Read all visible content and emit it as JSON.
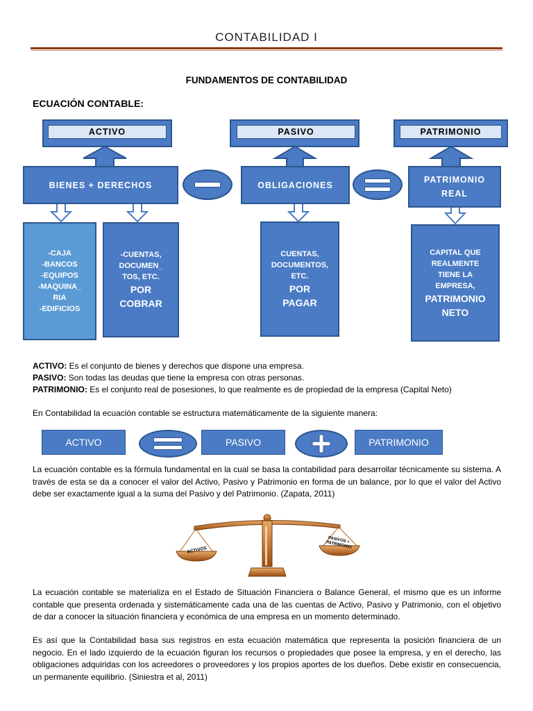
{
  "header": {
    "title": "CONTABILIDAD I"
  },
  "doc_title": "FUNDAMENTOS DE CONTABILIDAD",
  "section_title": "ECUACIÓN CONTABLE:",
  "diagram": {
    "top_labels": [
      "ACTIVO",
      "PASIVO",
      "PATRIMONIO"
    ],
    "mid_labels": [
      "BIENES + DERECHOS",
      "OBLIGACIONES",
      "PATRIMONIO REAL"
    ],
    "operators": [
      "−",
      "="
    ],
    "detail_activo_bienes": [
      "-CAJA",
      "-BANCOS",
      "-EQUIPOS",
      "-MAQUINA_",
      "RIA",
      "-EDIFICIOS"
    ],
    "detail_activo_derechos_small": [
      "-CUENTAS,",
      "DOCUMEN_",
      "TOS, ETC."
    ],
    "detail_activo_derechos_big": [
      "POR",
      "COBRAR"
    ],
    "detail_pasivo_small": [
      "CUENTAS,",
      "DOCUMENTOS,",
      "ETC."
    ],
    "detail_pasivo_big": [
      "POR",
      "PAGAR"
    ],
    "detail_patrimonio_small": [
      "CAPITAL QUE",
      "REALMENTE",
      "TIENE LA",
      "EMPRESA,"
    ],
    "detail_patrimonio_big": [
      "PATRIMONIO",
      "NETO"
    ]
  },
  "definitions": [
    {
      "term": "ACTIVO:",
      "text": " Es el conjunto de bienes y derechos que dispone una empresa."
    },
    {
      "term": "PASIVO:",
      "text": " Son todas las deudas que tiene la empresa con otras personas."
    },
    {
      "term": "PATRIMONIO:",
      "text": " Es el conjunto real de posesiones, lo que realmente  es de propiedad de la empresa (Capital Neto)"
    }
  ],
  "equation_intro": "En Contabilidad la ecuación contable se estructura matemáticamente de la siguiente manera:",
  "equation": {
    "terms": [
      "ACTIVO",
      "PASIVO",
      "PATRIMONIO"
    ],
    "operators": [
      "=",
      "+"
    ]
  },
  "paragraph1": "La ecuación contable es la fórmula fundamental en la cual se basa la contabilidad para desarrollar técnicamente su sistema. A través de esta se da a conocer el valor del Activo, Pasivo y Patrimonio en forma de un balance, por lo que el valor del Activo debe ser exactamente igual a la suma del Pasivo y del Patrimonio. (Zapata, 2011)",
  "scale": {
    "left_label": "ACTIVOS",
    "right_label_line1": "PASIVOS +",
    "right_label_line2": "PATRIMONIO"
  },
  "paragraph2": "La ecuación contable se materializa en el Estado de Situación Financiera o Balance General, el mismo  que es un informe contable que presenta ordenada y sistemáticamente cada una de las cuentas de Activo, Pasivo  y Patrimonio, con el objetivo de dar a  conocer la situación financiera y económica de una empresa en un momento determinado.",
  "paragraph3": "Es así que la Contabilidad basa sus registros en esta ecuación matemática que representa la posición financiera de un negocio. En el lado izquierdo de la ecuación figuran los recursos o propiedades que posee la empresa, y en el derecho, las obligaciones adquiridas con los acreedores o proveedores y los  propios aportes de los dueños. Debe existir en consecuencia, un permanente equilibrio. (Siniestra et al, 2011)",
  "colors": {
    "box_blue": "#4a7bc4",
    "box_border": "#2d558f",
    "light_blue": "#5b9bd5",
    "rule_brown": "#8b3b14",
    "scale_bronze": "#b5651d"
  }
}
